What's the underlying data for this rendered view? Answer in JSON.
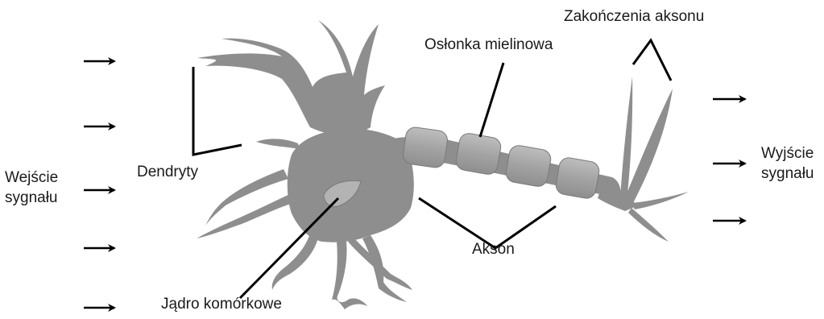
{
  "labels": {
    "input_line1": "Wejście",
    "input_line2": "sygnału",
    "dendrites": "Dendryty",
    "nucleus": "Jądro komórkowe",
    "myelin": "Osłonka mielinowa",
    "axon_terminals": "Zakończenia aksonu",
    "axon": "Akson",
    "output_line1": "Wyjście",
    "output_line2": "sygnału"
  },
  "colors": {
    "cell_fill": "#8e8e8e",
    "myelin_fill": "#a6a6a6",
    "nucleus_fill": "#b3b3b3",
    "line": "#000000",
    "text": "#1a1a1a"
  },
  "icons": {
    "input_arrows": "right-arrow-icon",
    "output_arrows": "right-arrow-icon"
  }
}
